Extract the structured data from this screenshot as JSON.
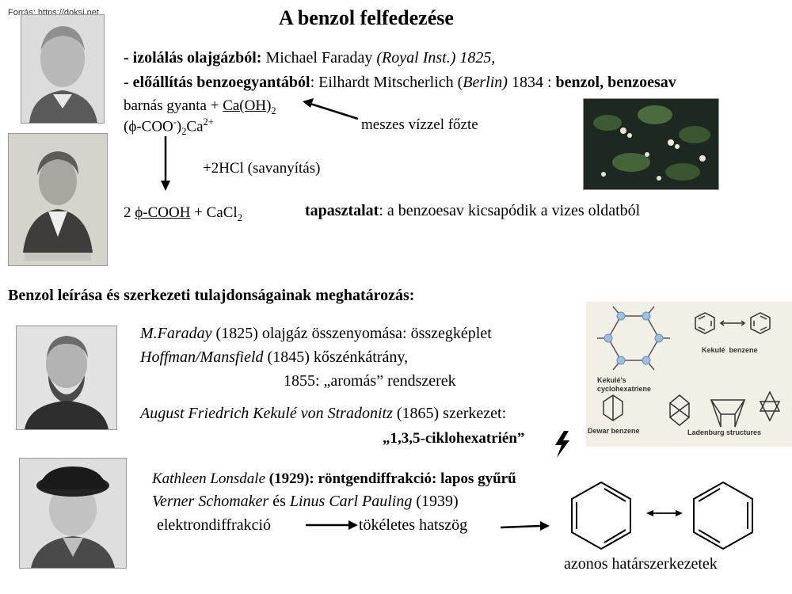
{
  "source_note": "Forrás: https://doksi.net",
  "title": "A benzol felfedezése",
  "line1": {
    "bold": "- izolálás olajgázból:",
    "name": " Michael Faraday ",
    "inst": "(Royal Inst.) 1825,"
  },
  "line2": {
    "prefix": "- ",
    "bold": "előállítás benzoegyantából",
    "sep": ": Eilhardt Mitscherlich (",
    "city": "Berlin)",
    "year": " 1834 : ",
    "result": "benzol, benzoesav"
  },
  "reaction": {
    "gum": "barnás gyanta + ",
    "caoh": "Ca(OH)",
    "caoh_sub": "2",
    "lime": "meszes vízzel főzte",
    "salt_a": "(ϕ-COO",
    "salt_sup": "-",
    "salt_b": ")",
    "salt_sub": "2",
    "salt_c": "Ca",
    "salt_sup2": "2+",
    "acidify": "+2HCl (savanyítás)",
    "prod_a": "2 ",
    "prod_u": "ϕ-COOH",
    "prod_b": " + CaCl",
    "prod_sub": "2",
    "exp_bold": "tapasztalat",
    "exp_rest": ": a benzoesav kicsapódik a vizes oldatból"
  },
  "section2_heading": "Benzol leírása és szerkezeti tulajdonságainak meghatározás:",
  "history": {
    "h1_name": "M.Faraday",
    "h1_rest": " (1825) olajgáz összenyomása: összegképlet",
    "h2_name": "Hoffman/Mansfield",
    "h2_rest": " (1845) kőszénkátrány,",
    "h3": "1855: „aromás” rendszerek",
    "h4_name": "August Friedrich Kekulé von Stradonitz",
    "h4_rest": " (1865) szerkezet:",
    "h5": "„1,3,5-ciklohexatrién”",
    "h6_name": "Kathleen Lonsdale",
    "h6_rest": " (1929): röntgendiffrakció: lapos gyűrű",
    "h7_a": "Verner Schomaker",
    "h7_b": " és ",
    "h7_c": "Linus Carl Pauling",
    "h7_d": " (1939)",
    "h8_a": "elektrondiffrakció",
    "h8_b": "tökéletes hatszög",
    "resonance_caption": "azonos határszerkezetek"
  },
  "structures_panel": {
    "kekule_cyclo": [
      "Kekulé's",
      "cyclohexatriene"
    ],
    "kekule_benzene": "Kekulé  benzene",
    "dewar": "Dewar benzene",
    "ladenburg": "Ladenburg structures"
  },
  "colors": {
    "panel_bg": "#f2efe6",
    "photo_bg": "#cfcfcf",
    "leaf_bg": "#1e2a22"
  }
}
